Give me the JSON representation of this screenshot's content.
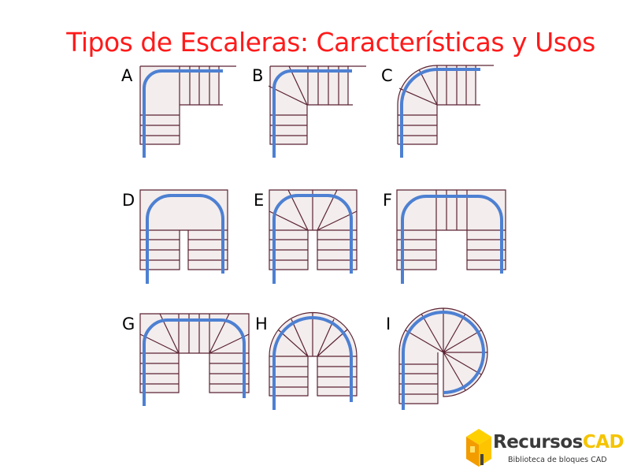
{
  "title": "Tipos de Escaleras: Características y Usos",
  "diagrams": [
    {
      "label": "A"
    },
    {
      "label": "B"
    },
    {
      "label": "C"
    },
    {
      "label": "D"
    },
    {
      "label": "E"
    },
    {
      "label": "F"
    },
    {
      "label": "G"
    },
    {
      "label": "H"
    },
    {
      "label": "I"
    }
  ],
  "colors": {
    "title": "#ff1a1a",
    "handrail": "#4d80d2",
    "outline": "#5b2333",
    "fill": "#f3eded"
  },
  "logo": {
    "name_part1": "Recursos",
    "name_part2": "CAD",
    "tagline": "Biblioteca de bloques CAD"
  }
}
